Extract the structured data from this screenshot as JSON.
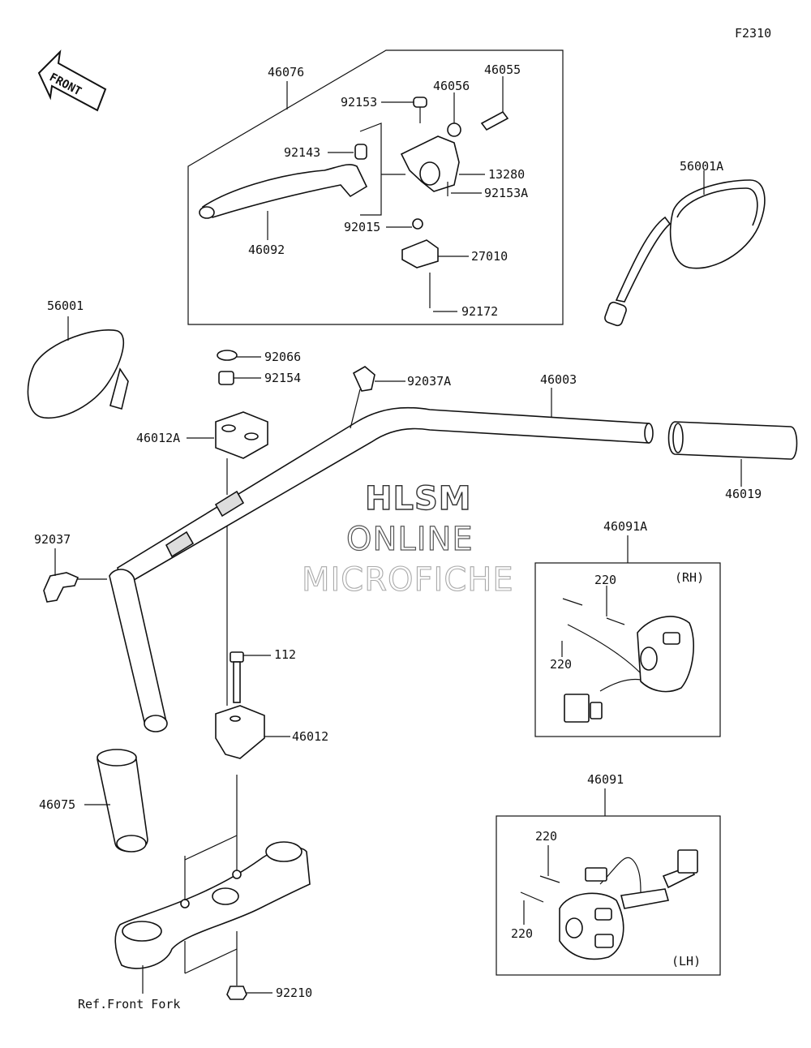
{
  "figure_code": "F2310",
  "front_arrow_label": "FRONT",
  "watermark": [
    "HLSM",
    "ONLINE",
    "MICROFICHE"
  ],
  "reference_note": "Ref.Front Fork",
  "switch_sides": {
    "right": "(RH)",
    "left": "(LH)"
  },
  "part_numbers": [
    "46076",
    "46055",
    "46056",
    "92153",
    "92143",
    "13280",
    "92015",
    "92153A",
    "27010",
    "46092",
    "92172",
    "56001A",
    "56001",
    "92066",
    "92154",
    "92037A",
    "46003",
    "46012A",
    "46019",
    "92037",
    "46091A",
    "220",
    "220",
    "112",
    "46012",
    "46075",
    "46091",
    "220",
    "220",
    "92210"
  ]
}
